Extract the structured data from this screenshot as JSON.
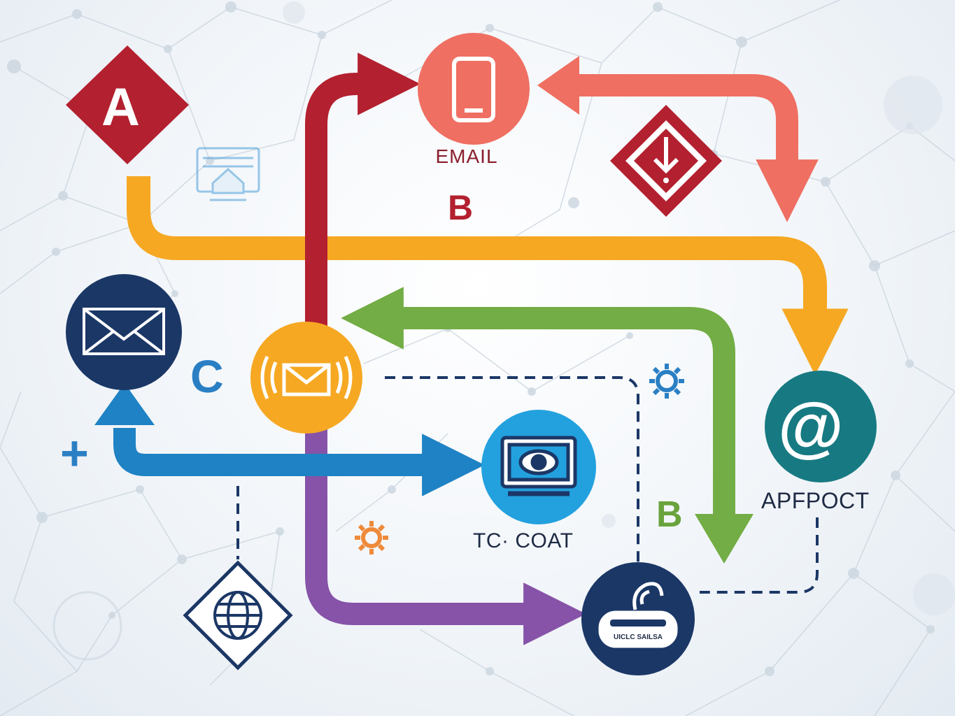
{
  "labels": {
    "email": "EMAIL",
    "b_top": "B",
    "a_diamond": "A",
    "at_sign": "@",
    "apfpoct": "APFPOCT",
    "b_green": "B",
    "c_letter": "C",
    "plus": "+",
    "tc_coat": "TC· COAT",
    "badge_text": "UICLC SAILSA"
  },
  "colors": {
    "red": "#b3202f",
    "salmon": "#ef6f62",
    "orange": "#f6a823",
    "blue": "#1f82c4",
    "green": "#73ad45",
    "purple": "#8653a8",
    "navy": "#1b3766",
    "teal": "#177a82",
    "cyan": "#23a1de"
  },
  "icons": [
    "tablet-icon",
    "envelope-icon",
    "wireless-mail-icon",
    "monitor-icon",
    "at-sign-icon",
    "router-icon",
    "globe-icon",
    "gear-icon",
    "download-warning-icon",
    "home-dashboard-icon"
  ]
}
